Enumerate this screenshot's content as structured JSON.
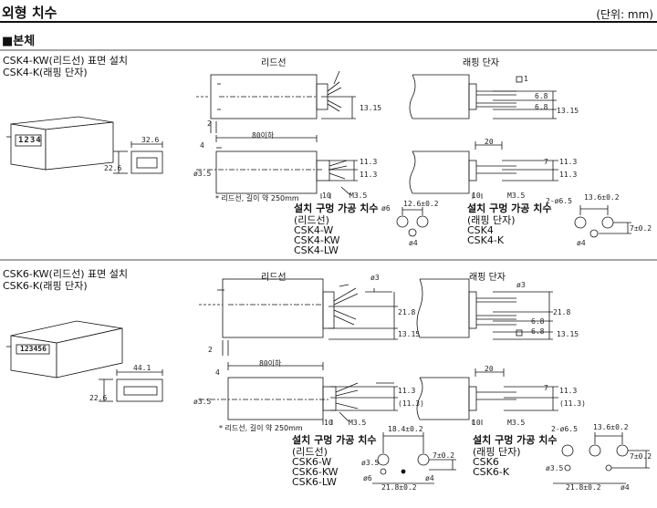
{
  "header": {
    "title": "외형 치수",
    "unit": "(단위: mm)"
  },
  "section": {
    "title": "■본체"
  },
  "csk4": {
    "model_a": "CSK4-KW(리드선) 표면 설치",
    "model_b": "CSK4-K(래핑 단자)",
    "lead_label": "리드선",
    "wrap_label": "래핑 단자",
    "counter_digits": "1234",
    "dims": {
      "w": "32.6",
      "h": "22.6",
      "len": "80이하",
      "d4": "4",
      "d2": "2",
      "phi35": "ø3.5",
      "d1131": "11.3",
      "d1132": "11.3",
      "d1315": "13.15",
      "d10": "10",
      "m35": "M3.5",
      "d20": "20",
      "d68a": "6.8",
      "d68b": "6.8",
      "d1315b": "13.15",
      "d1": "1",
      "d7": "7",
      "d1133": "11.3",
      "d1134": "11.3",
      "d10b": "10",
      "m35b": "M3.5",
      "w_h126": "12.6±0.2",
      "phi6": "ø6",
      "phi4": "ø4",
      "w_k136": "13.6±0.2",
      "k2phi65": "2-ø6.5",
      "k7": "7±0.2",
      "phi4b": "ø4"
    },
    "note": "* 리드선, 길이 약 250mm",
    "hole_w": {
      "title": "설치 구멍 가공 치수",
      "sub": "(리드선)",
      "m1": "CSK4-W",
      "m2": "CSK4-KW",
      "m3": "CSK4-LW"
    },
    "hole_k": {
      "title": "설치 구멍 가공 치수",
      "sub": "(래핑 단자)",
      "m1": "CSK4",
      "m2": "CSK4-K"
    }
  },
  "csk6": {
    "model_a": "CSK6-KW(리드선) 표면 설치",
    "model_b": "CSK6-K(래핑 단자)",
    "lead_label": "리드선",
    "wrap_label": "래핑 단자",
    "counter_digits": "123456",
    "dims": {
      "w": "44.1",
      "h": "22.6",
      "len": "80이하",
      "d4": "4",
      "d2": "2",
      "phi35": "ø3.5",
      "phi3a": "ø3",
      "d218": "21.8",
      "d1315": "13.15",
      "d113": "11.3",
      "d113p": "(11.3)",
      "d10": "10",
      "m35": "M3.5",
      "phi3b": "ø3",
      "d218b": "21.8",
      "d68a": "6.8",
      "d68b": "6.8",
      "d1315b": "13.15",
      "d20": "20",
      "d7": "7",
      "d113b": "11.3",
      "d113bp": "(11.3)",
      "d10b": "10",
      "m35b": "M3.5",
      "w_h184": "18.4±0.2",
      "w_7": "7±0.2",
      "phi35h": "ø3.5",
      "phi6": "ø6",
      "phi4": "ø4",
      "w_218": "21.8±0.2",
      "k2phi65": "2-ø6.5",
      "k136": "13.6±0.2",
      "k7": "7±0.2",
      "phi35k": "ø3.5",
      "k218": "21.8±0.2",
      "phi4k": "ø4"
    },
    "note": "* 리드선, 길이 약 250mm",
    "hole_w": {
      "title": "설치 구멍 가공 치수",
      "sub": "(리드선)",
      "m1": "CSK6-W",
      "m2": "CSK6-KW",
      "m3": "CSK6-LW"
    },
    "hole_k": {
      "title": "설치 구멍 가공 치수",
      "sub": "(래핑 단자)",
      "m1": "CSK6",
      "m2": "CSK6-K"
    }
  }
}
